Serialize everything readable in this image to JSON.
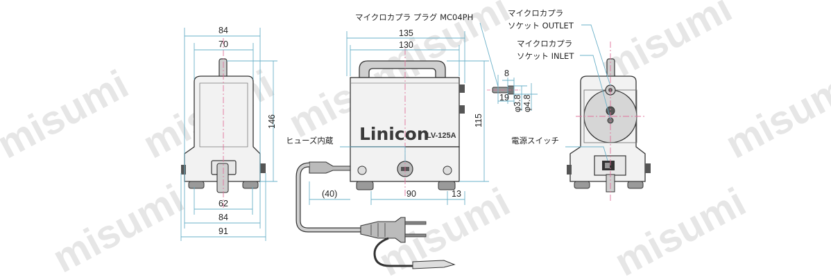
{
  "watermark": {
    "text": "misumi"
  },
  "colors": {
    "dimension_line": "#6ab0c8",
    "centerline": "#e0709a",
    "outline": "#333333",
    "body_fill": "#f2f2f2"
  },
  "brand": {
    "name": "Linicon",
    "model": "LV-125A"
  },
  "labels": {
    "plug": "マイクロカプラ プラグ MC04PH",
    "outlet_line1": "マイクロカプラ",
    "outlet_line2": "ソケット OUTLET",
    "inlet_line1": "マイクロカプラ",
    "inlet_line2": "ソケット INLET",
    "fuse": "ヒューズ内蔵",
    "power_switch": "電源スイッチ"
  },
  "dimensions": {
    "left_width_top": "84",
    "left_inner_top": "70",
    "left_height": "146",
    "left_bottom_inner": "62",
    "left_bottom_mid": "84",
    "left_bottom_overall": "91",
    "front_width_overall": "135",
    "front_width_body": "130",
    "front_height": "115",
    "cord_offset": "(40)",
    "foot_pitch": "90",
    "foot_offset": "13",
    "coupler_length": "8",
    "coupler_total": "19",
    "coupler_dia_small": "φ3.8",
    "coupler_dia_large": "φ4.8"
  }
}
